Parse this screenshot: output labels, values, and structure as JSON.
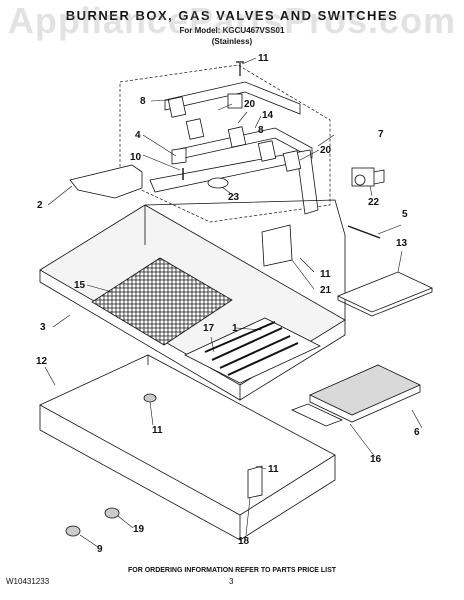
{
  "header": {
    "title": "BURNER BOX, GAS VALVES AND SWITCHES",
    "model": "For Model: KGCU467VSS01",
    "variant": "(Stainless)"
  },
  "watermark": "AppliancePartsPros.com",
  "footer": {
    "doc_number": "W10431233",
    "page": "3",
    "ordering_note": "FOR ORDERING INFORMATION REFER TO PARTS PRICE LIST"
  },
  "callouts": {
    "c1": "1",
    "c2": "2",
    "c3": "3",
    "c4": "4",
    "c5": "5",
    "c6": "6",
    "c7": "7",
    "c8a": "8",
    "c8b": "8",
    "c9": "9",
    "c10": "10",
    "c11a": "11",
    "c11b": "11",
    "c11c": "11",
    "c11d": "11",
    "c12": "12",
    "c13": "13",
    "c14": "14",
    "c15": "15",
    "c16": "16",
    "c17": "17",
    "c18": "18",
    "c19": "19",
    "c20a": "20",
    "c20b": "20",
    "c21": "21",
    "c22": "22",
    "c23": "23"
  },
  "colors": {
    "ink": "#111111",
    "light_fill": "#f4f4f4",
    "mid_fill": "#d9d9d9",
    "watermark": "#969696"
  }
}
